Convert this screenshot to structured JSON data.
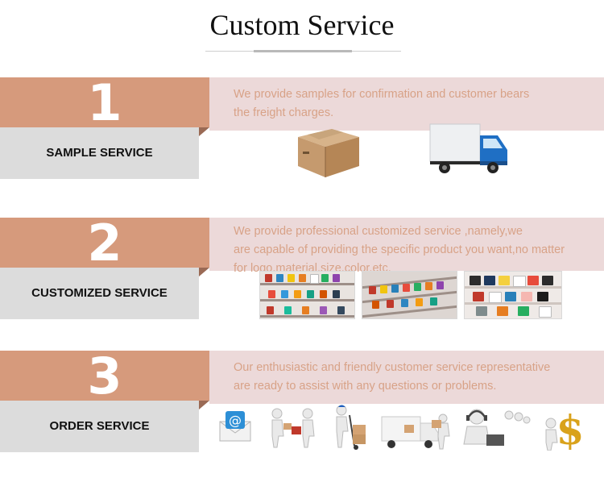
{
  "header": {
    "title": "Custom Service"
  },
  "sections": [
    {
      "number": "1",
      "label": "SAMPLE SERVICE",
      "desc_lines": [
        "We provide samples for confirmation and customer bears",
        "the freight charges."
      ]
    },
    {
      "number": "2",
      "label": "CUSTOMIZED SERVICE",
      "desc_lines": [
        "We provide professional customized service ,namely,we",
        "are capable of providing the specific product you want,no matter",
        "for logo,material,size,color,etc."
      ]
    },
    {
      "number": "3",
      "label": "ORDER SERVICE",
      "desc_lines": [
        "Our enthusiastic and friendly customer service representative",
        "are ready to assist with any questions or problems."
      ]
    }
  ],
  "icons": {
    "section1": [
      "cardboard-box-icon",
      "delivery-truck-icon"
    ],
    "section2": [
      "mug-shelf-photo",
      "mug-shelf-photo",
      "mug-shelf-photo"
    ],
    "section3": [
      "email-envelope-icon",
      "handshake-figures-icon",
      "hand-truck-figure-icon",
      "delivery-van-figure-icon",
      "headset-support-figure-icon",
      "dollar-sign-figure-icon"
    ]
  },
  "colors": {
    "number_bg": "#d69a7c",
    "desc_bg": "#ecd9d9",
    "desc_text": "#d8a287",
    "label_bg": "#dcdcdc"
  }
}
